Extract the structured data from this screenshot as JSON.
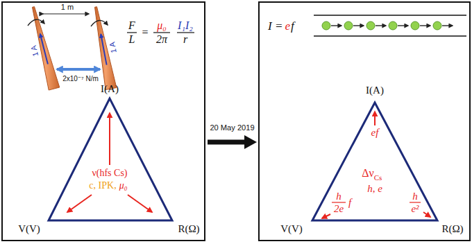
{
  "diagram": {
    "nodes": [
      {
        "text": [
          "1 m",
          "1 A",
          "1 A",
          "2x10⁻⁷ N/m",
          "F",
          "L",
          "=",
          "μ₀",
          "2π",
          "I₁I₂",
          "r"
        ]
      },
      {
        "text": [
          "I(A)",
          "ν(hfs Cs)",
          "c, IPK,",
          "μ₀",
          "V(V)",
          "R(Ω)"
        ],
        "in": 0
      },
      {
        "text": [
          "I =",
          "e",
          "f"
        ]
      },
      {
        "text": [
          "I(A)",
          "ef",
          "Δν",
          "Cs",
          "h, e",
          "h",
          "2e",
          "f",
          "V(V)",
          "h",
          "e²",
          "R(Ω)"
        ],
        "in": 2
      }
    ],
    "edges": [
      {
        "from": 0,
        "to": 2,
        "arrow": "to",
        "label": "20 May 2019"
      }
    ]
  }
}
